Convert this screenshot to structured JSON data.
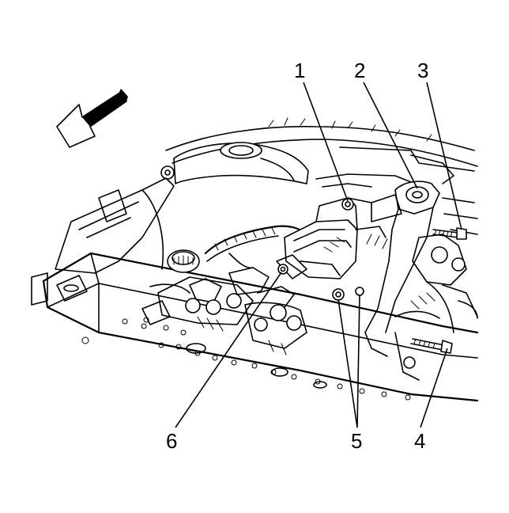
{
  "callouts": [
    {
      "number": "1"
    },
    {
      "number": "2"
    },
    {
      "number": "3"
    },
    {
      "number": "4"
    },
    {
      "number": "5"
    },
    {
      "number": "6"
    }
  ],
  "icons": {
    "direction_arrow": "arrow-forward-indicator-icon"
  }
}
